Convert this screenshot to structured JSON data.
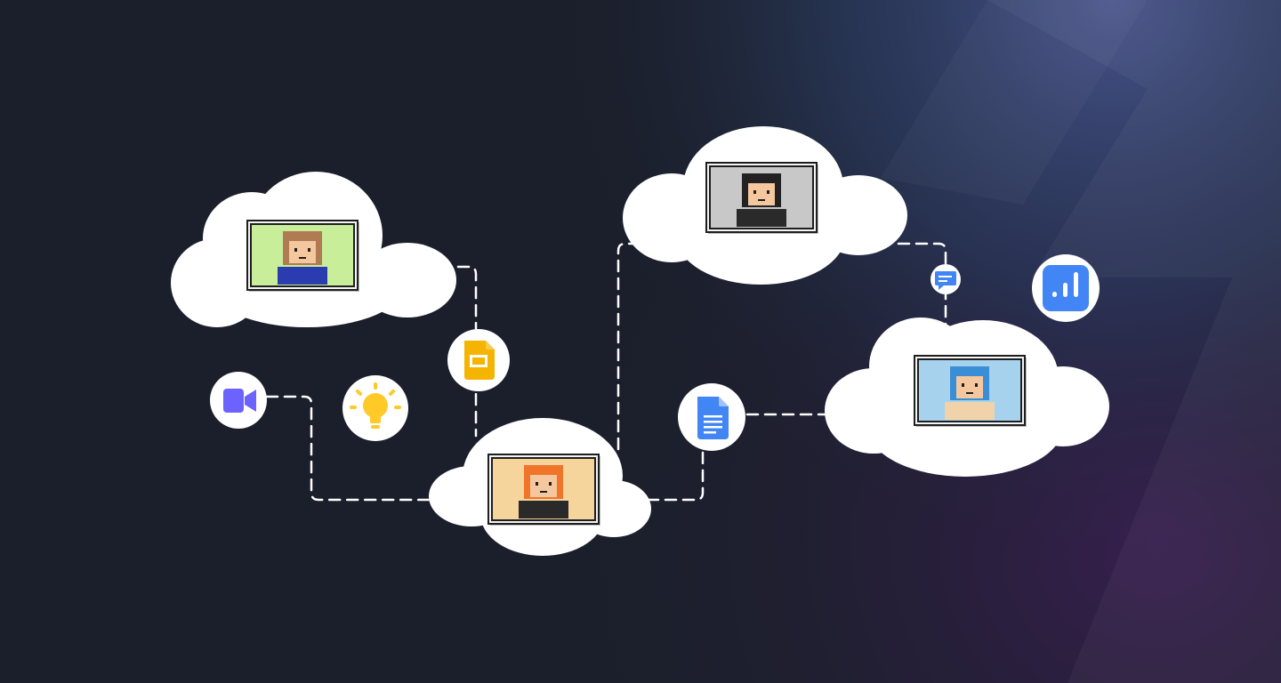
{
  "theme": {
    "background": "#1b1f2b",
    "glow_blue": "#3a5a9a",
    "glow_purple": "#4a2a6a",
    "cloud": "#ffffff",
    "connector": "#ffffff",
    "frame_border": "#1e1e1e"
  },
  "avatars": [
    {
      "name": "avatar-hoodie-person",
      "frame_bg": "#c9ee9a",
      "hair": "#b07a52",
      "shirt": "#2a3cb0"
    },
    {
      "name": "avatar-dark-hair-person",
      "frame_bg": "#c8c8c8",
      "hair": "#222222",
      "shirt": "#2a2a2a"
    },
    {
      "name": "avatar-masked-person",
      "frame_bg": "#f6d59c",
      "hair": "#f0742a",
      "shirt": "#2a2a2a"
    },
    {
      "name": "avatar-hat-person",
      "frame_bg": "#a7d2ee",
      "hair": "#3a8ed6",
      "shirt": "#f0d3a8"
    }
  ],
  "icons": [
    {
      "name": "video-call-icon",
      "color": "#6c63ff"
    },
    {
      "name": "lightbulb-icon",
      "color": "#ffc928"
    },
    {
      "name": "slides-icon",
      "color": "#f4b400"
    },
    {
      "name": "docs-icon",
      "color": "#4285f4"
    },
    {
      "name": "chat-bubble-icon",
      "color": "#4285f4"
    },
    {
      "name": "analytics-icon",
      "color": "#4285f4"
    }
  ]
}
